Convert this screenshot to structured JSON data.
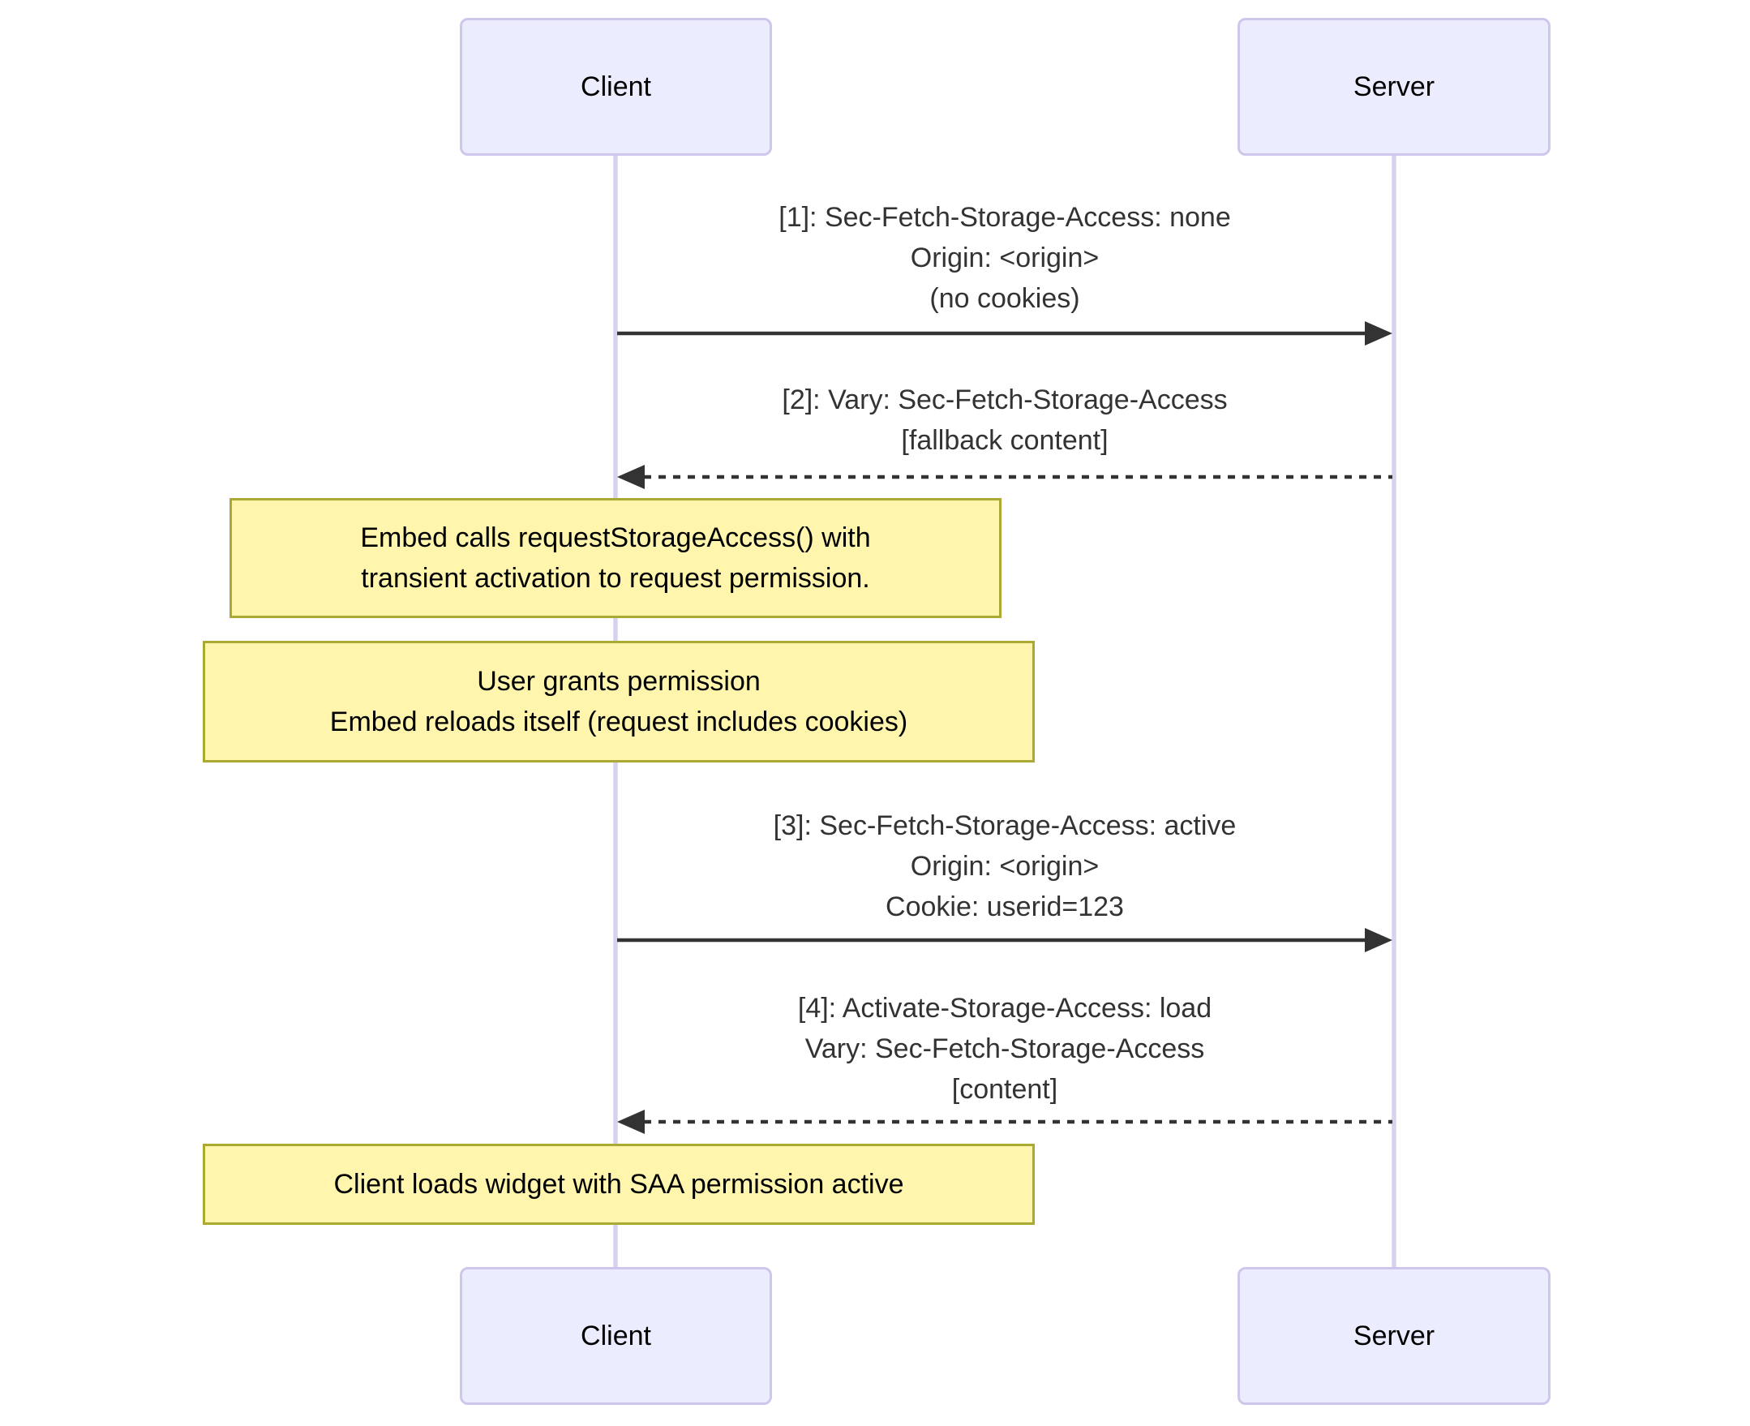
{
  "diagram": {
    "type": "sequence-diagram",
    "actors": [
      {
        "id": "client",
        "label": "Client"
      },
      {
        "id": "server",
        "label": "Server"
      }
    ],
    "messages": [
      {
        "from": "client",
        "to": "server",
        "line_style": "solid",
        "lines": [
          "[1]: Sec-Fetch-Storage-Access: none",
          "Origin: <origin>",
          "(no cookies)"
        ]
      },
      {
        "from": "server",
        "to": "client",
        "line_style": "dashed",
        "lines": [
          "[2]: Vary: Sec-Fetch-Storage-Access",
          "[fallback content]"
        ]
      },
      {
        "from": "client",
        "to": "server",
        "line_style": "solid",
        "lines": [
          "[3]: Sec-Fetch-Storage-Access: active",
          "Origin: <origin>",
          "Cookie: userid=123"
        ]
      },
      {
        "from": "server",
        "to": "client",
        "line_style": "dashed",
        "lines": [
          "[4]: Activate-Storage-Access: load",
          "Vary: Sec-Fetch-Storage-Access",
          "[content]"
        ]
      }
    ],
    "notes": [
      {
        "lines": [
          "Embed calls requestStorageAccess() with",
          "transient activation to request permission."
        ]
      },
      {
        "lines": [
          "User grants permission",
          "Embed reloads itself (request includes cookies)"
        ]
      },
      {
        "lines": [
          "Client loads widget with SAA permission active"
        ]
      }
    ]
  },
  "colors": {
    "actor_fill": "#ECECFF",
    "actor_border": "#CFC6EC",
    "lifeline_color": "#D9D2EF",
    "note_fill": "#FFF5AD",
    "note_border": "#AAAA33",
    "arrow_color": "#333333",
    "text_color": "#333333",
    "bg_color": "#FFFFFF"
  }
}
